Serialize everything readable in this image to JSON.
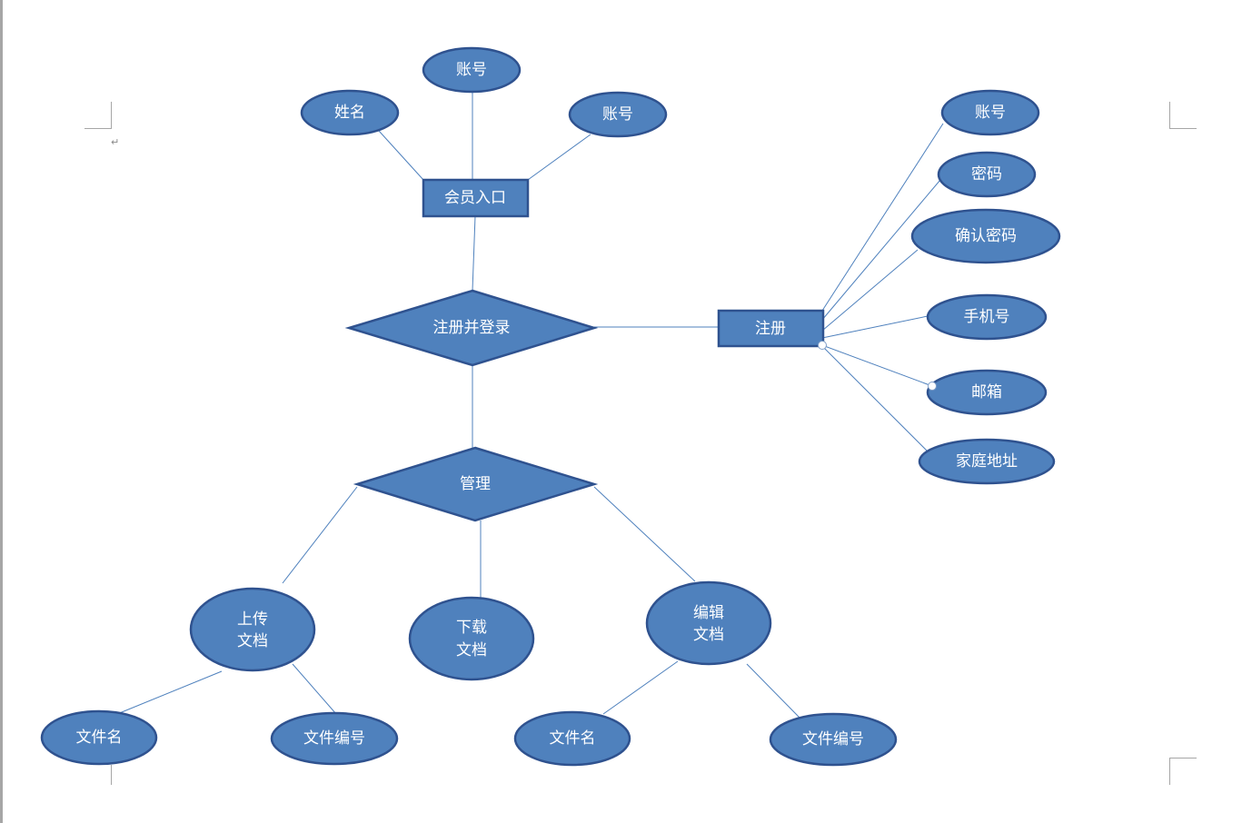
{
  "diagram": {
    "colors": {
      "fill": "#4f81bd",
      "stroke": "#2f528f",
      "line": "#4f81bd",
      "text": "#ffffff"
    },
    "nodes": {
      "name_attr": "姓名",
      "account_top": "账号",
      "account_top2": "账号",
      "member_entry": "会员入口",
      "register_login": "注册并登录",
      "register": "注册",
      "reg_account": "账号",
      "reg_password": "密码",
      "reg_confirm_password": "确认密码",
      "reg_phone": "手机号",
      "reg_email": "邮箱",
      "reg_address": "家庭地址",
      "manage": "管理",
      "upload_doc": [
        "上传",
        "文档"
      ],
      "download_doc": [
        "下载",
        "文档"
      ],
      "edit_doc": [
        "编辑",
        "文档"
      ],
      "upload_filename": "文件名",
      "upload_fileno": "文件编号",
      "edit_filename": "文件名",
      "edit_fileno": "文件编号"
    }
  }
}
